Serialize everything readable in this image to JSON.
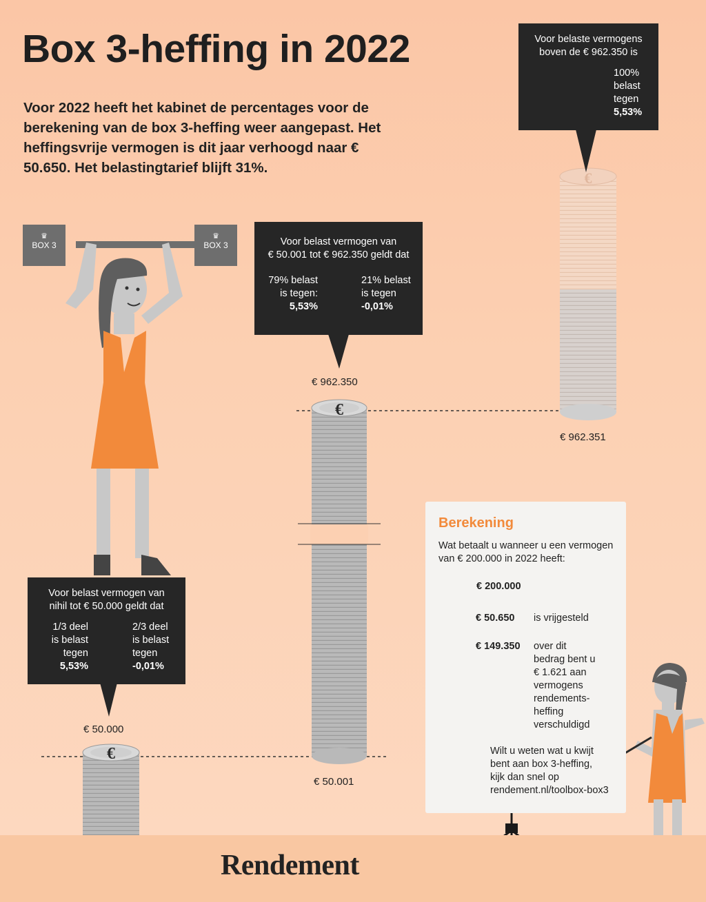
{
  "title": "Box 3-heffing in 2022",
  "intro": "Voor 2022 heeft het kabinet de percentages voor de berekening van de box 3-heffing weer aangepast. Het heffingsvrije vermogen is dit jaar verhoogd naar € 50.650. Het belastingtarief blijft 31%.",
  "weights": {
    "left_label": "BOX 3",
    "right_label": "BOX 3"
  },
  "bubble_low": {
    "heading_1": "Voor belast vermogen van",
    "heading_2": "nihil tot € 50.000 geldt dat",
    "left": [
      "1/3 deel",
      "is belast",
      "tegen",
      "5,53%"
    ],
    "right": [
      "2/3 deel",
      "is belast",
      "tegen",
      "-0,01%"
    ],
    "share": 0.3333
  },
  "bubble_mid": {
    "heading_1": "Voor belast vermogen van",
    "heading_2": "€ 50.001 tot  € 962.350 geldt dat",
    "left": [
      "79% belast",
      "is tegen:",
      "5,53%"
    ],
    "right": [
      "21% belast",
      "is tegen",
      "-0,01%"
    ],
    "share": 0.79
  },
  "bubble_high": {
    "heading_1": "Voor belaste vermogens",
    "heading_2": "boven de € 962.350 is",
    "right": [
      "100%",
      "belast",
      "tegen",
      "5,53%"
    ],
    "share": 1.0
  },
  "amounts": {
    "low_top": "€ 50.000",
    "mid_top": "€ 962.350",
    "mid_bottom": "€ 50.001",
    "high_bottom": "€ 962.351"
  },
  "panel": {
    "title": "Berekening",
    "question": "Wat betaalt u wanneer u een vermogen van € 200.000 in 2022 heeft:",
    "total": "€ 200.000",
    "free_amount": "€ 50.650",
    "free_text": "is vrijgesteld",
    "taxed_amount": "€ 149.350",
    "taxed_text": [
      "over dit",
      "bedrag bent u",
      "€ 1.621 aan",
      "vermogens",
      "rendements-",
      "heffing",
      "verschuldigd"
    ],
    "cta": [
      "Wilt u weten wat u kwijt",
      "bent aan box 3-heffing,",
      "kijk dan snel op",
      "rendement.nl/toolbox-box3"
    ]
  },
  "brand": "Rendement",
  "colors": {
    "accent": "#f28a3b",
    "bubble": "#262626",
    "coin": "#b3b3b3",
    "background": "#fcd0b2"
  }
}
